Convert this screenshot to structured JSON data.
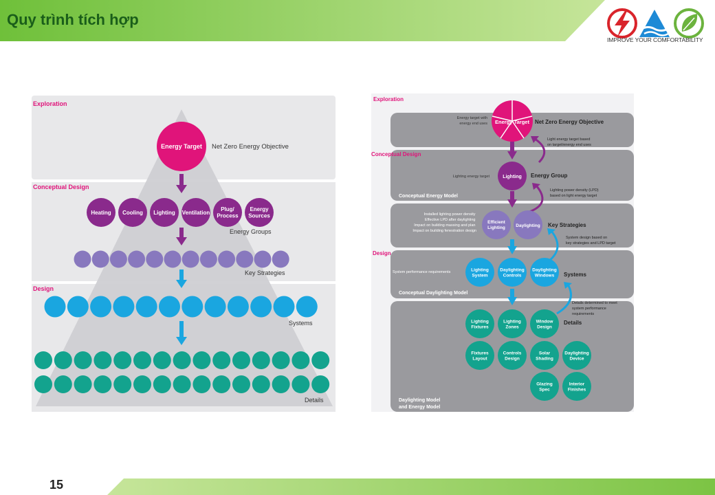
{
  "slide": {
    "title": "Quy trình tích hợp",
    "page_number": "15",
    "logo_tagline": "IMPROVE YOUR COMFORTABILITY"
  },
  "left_diagram": {
    "phases": [
      "Exploration",
      "Conceptual Design",
      "Design"
    ],
    "energy_target": "Energy Target",
    "objective": "Net Zero Energy Objective",
    "energy_groups": [
      [
        "Heating"
      ],
      [
        "Cooling"
      ],
      [
        "Lighting"
      ],
      [
        "Ventilation"
      ],
      [
        "Plug/",
        "Process"
      ],
      [
        "Energy",
        "Sources"
      ]
    ],
    "energy_groups_label": "Energy Groups",
    "key_strategies_label": "Key Strategies",
    "systems_label": "Systems",
    "details_label": "Details",
    "counts": {
      "key_strategies": 12,
      "systems": 12,
      "details_row1": 15,
      "details_row2": 15
    },
    "colors": {
      "magenta": "#e0147a",
      "purple": "#8a2a8c",
      "lavender": "#8878be",
      "cyan": "#1aa6e0",
      "teal": "#13a38e",
      "panel": "#e8e8ea",
      "triangle": "#cfcfd3"
    }
  },
  "right_diagram": {
    "phases": [
      "Exploration",
      "Conceptual Design",
      "Design"
    ],
    "energy_target": [
      "Energy",
      "Target"
    ],
    "energy_target_note": [
      "Energy target with",
      "energy end uses"
    ],
    "objective": "Net Zero Energy Objective",
    "light_energy_note": [
      "Light energy target based",
      "on target/energy end uses"
    ],
    "lighting_energy_target_note": "Lighting energy target",
    "lighting": "Lighting",
    "energy_group": "Energy Group",
    "lpd_note": [
      "Lighting power density (LPD)",
      "based on light energy target"
    ],
    "conceptual_energy_model": "Conceptual Energy Model",
    "installed_notes": [
      "Installed lighting power density",
      "Effective LPD after daylighting",
      "Impact on building massing and plan",
      "Impact on building fenestration design"
    ],
    "key_strategies": [
      [
        "Efficient",
        "Lighting"
      ],
      [
        "Daylighting"
      ]
    ],
    "key_strategies_label": "Key Strategies",
    "system_design_note": [
      "System design based on",
      "key strategies and LPD target"
    ],
    "system_perf_note": "System performance requirements",
    "systems": [
      [
        "Lighting",
        "System"
      ],
      [
        "Daylighting",
        "Controls"
      ],
      [
        "Daylighting",
        "Windows"
      ]
    ],
    "systems_label": "Systems",
    "conceptual_daylighting_model": "Conceptual Daylighting Model",
    "details_note": [
      "Details determined to meet",
      "system performance",
      "requirements"
    ],
    "details": [
      [
        "Lighting",
        "Fixtures"
      ],
      [
        "Lighting",
        "Zones"
      ],
      [
        "Window",
        "Design"
      ],
      [
        "Fixtures",
        "Layout"
      ],
      [
        "Controls",
        "Design"
      ],
      [
        "Solar",
        "Shading"
      ],
      [
        "Daylighting",
        "Device"
      ],
      [
        "Glazing",
        "Spec"
      ],
      [
        "Interior",
        "Finishes"
      ]
    ],
    "details_label": "Details",
    "final_model": [
      "Daylighting Model",
      "and Energy Model"
    ],
    "colors": {
      "magenta": "#e0147a",
      "purple": "#8a2a8c",
      "lavender": "#8878be",
      "cyan": "#1aa6e0",
      "teal": "#13a38e",
      "panel": "#9a9a9e",
      "bg": "#f2f2f4"
    }
  }
}
